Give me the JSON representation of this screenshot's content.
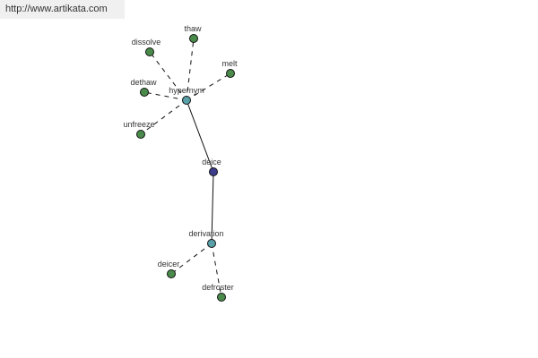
{
  "source": {
    "url_text": "http://www.artikata.com"
  },
  "colors": {
    "word_node": "#4a8a4a",
    "relation_node": "#5aa0a8",
    "center_node": "#3c3c8c"
  },
  "diagram": {
    "center": {
      "id": "deice",
      "label": "deice"
    },
    "relations": [
      {
        "id": "hypernym",
        "label": "hypernym",
        "words": [
          {
            "id": "thaw",
            "label": "thaw"
          },
          {
            "id": "dissolve",
            "label": "dissolve"
          },
          {
            "id": "melt",
            "label": "melt"
          },
          {
            "id": "dethaw",
            "label": "dethaw"
          },
          {
            "id": "unfreeze",
            "label": "unfreeze"
          }
        ]
      },
      {
        "id": "derivation",
        "label": "derivation",
        "words": [
          {
            "id": "deicer",
            "label": "deicer"
          },
          {
            "id": "defroster",
            "label": "defroster"
          }
        ]
      }
    ]
  }
}
